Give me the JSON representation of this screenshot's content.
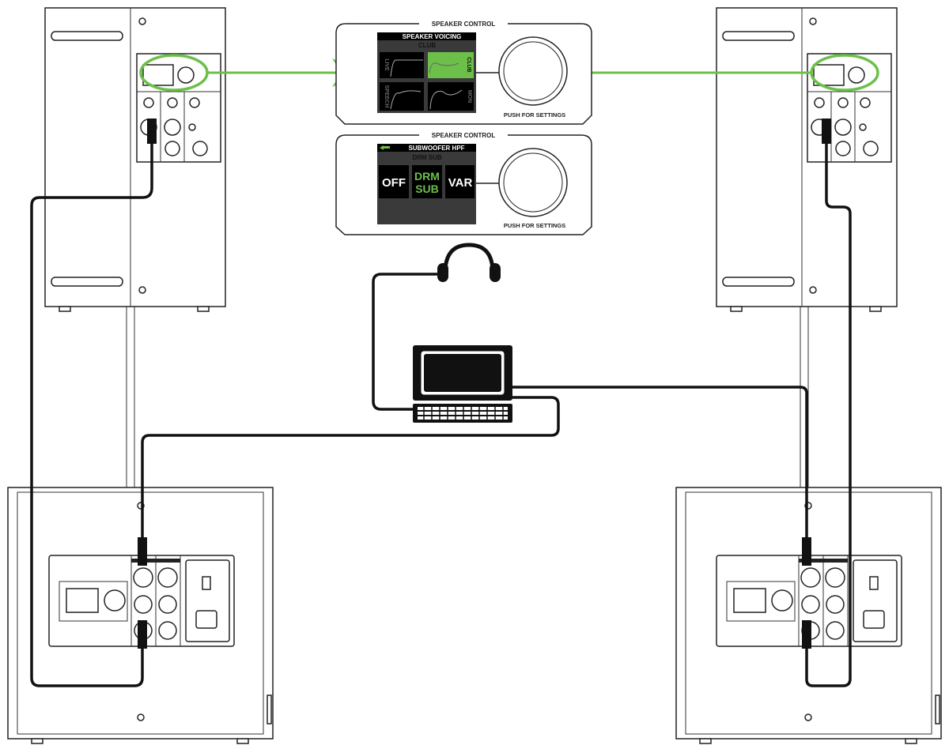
{
  "accent_color": "#6cc04a",
  "panels": [
    {
      "title": "SPEAKER CONTROL",
      "screen_title": "SPEAKER VOICING",
      "current": "CLUB",
      "options": [
        "LIVE",
        "CLUB",
        "SPEECH",
        "MON"
      ],
      "selected": "CLUB",
      "knob_label": "PUSH FOR SETTINGS"
    },
    {
      "title": "SPEAKER CONTROL",
      "screen_title": "SUBWOOFER HPF",
      "current": "DRM SUB",
      "options": [
        "OFF",
        "DRM\nSUB",
        "VAR"
      ],
      "option_lines": {
        "drm1": "DRM",
        "drm2": "SUB"
      },
      "selected": "DRM SUB",
      "knob_label": "PUSH FOR SETTINGS"
    }
  ],
  "devices": [
    "top-speaker-left",
    "top-speaker-right",
    "subwoofer-left",
    "subwoofer-right",
    "laptop",
    "headphones"
  ]
}
